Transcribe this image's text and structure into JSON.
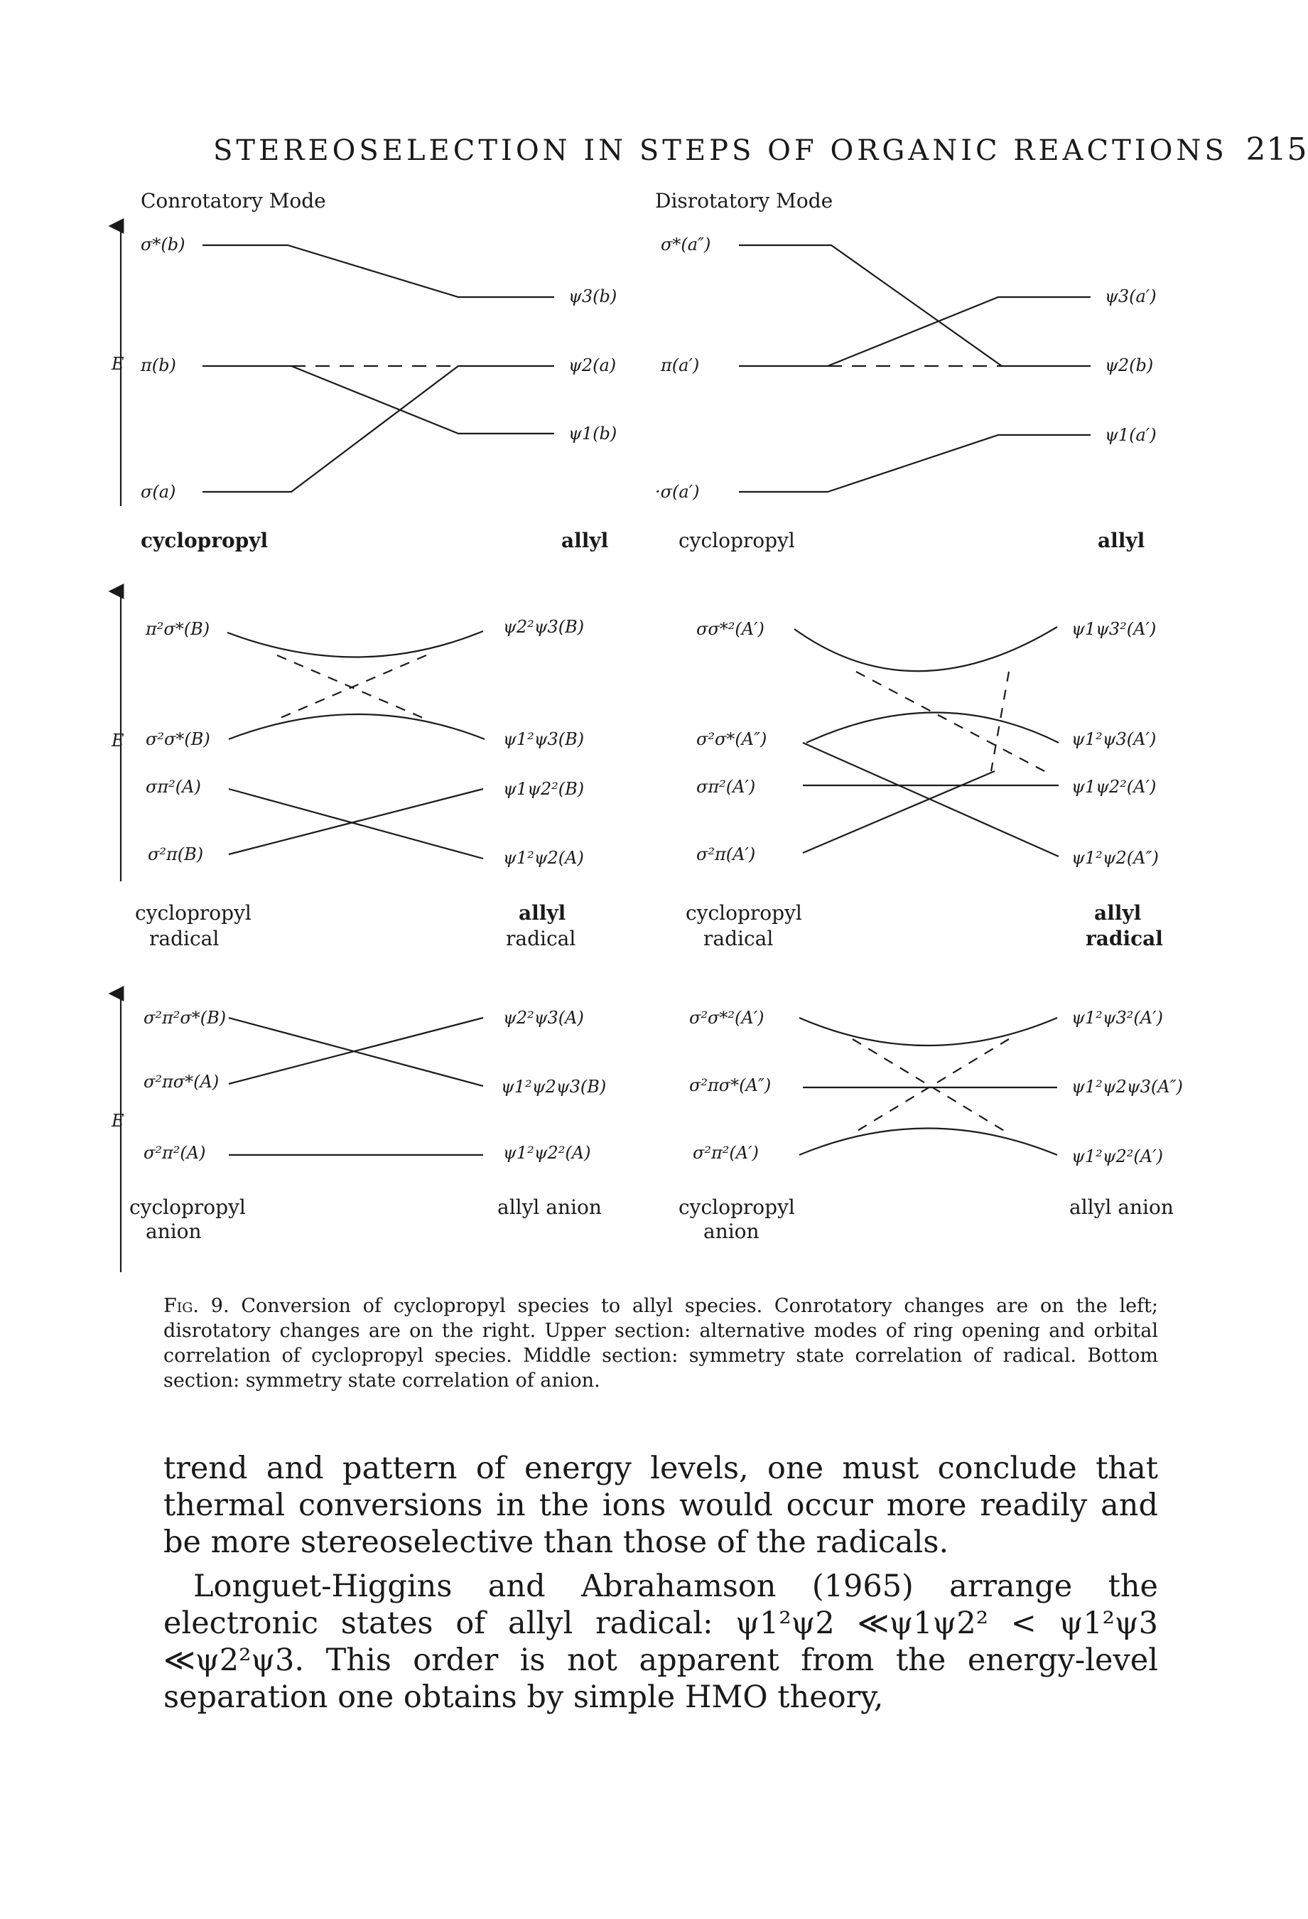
{
  "header": {
    "running_title": "STEREOSELECTION IN STEPS OF ORGANIC REACTIONS",
    "page_number": "215"
  },
  "figure": {
    "upper": {
      "left_mode": "Conrotatory Mode",
      "right_mode": "Disrotatory Mode",
      "energy_axis": "E",
      "left": {
        "cyclopropyl_levels": [
          "σ*(b)",
          "π(b)",
          "σ(a)"
        ],
        "allyl_levels": [
          "ψ3(b)",
          "ψ2(a)",
          "ψ1(b)"
        ],
        "footer_left": "cyclopropyl",
        "footer_right": "allyl"
      },
      "right": {
        "cyclopropyl_levels": [
          "σ*(a″)",
          "π(a′)",
          "·σ(a′)"
        ],
        "allyl_levels": [
          "ψ3(a′)",
          "ψ2(b)",
          "ψ1(a′)"
        ],
        "footer_left": "cyclopropyl",
        "footer_right": "allyl"
      }
    },
    "middle": {
      "energy_axis": "E",
      "left": {
        "cyclopropyl_states": [
          "π²σ*(B)",
          "σ²σ*(B)",
          "σπ²(A)",
          "σ²π(B)"
        ],
        "allyl_states": [
          "ψ2²ψ3(B)",
          "ψ1²ψ3(B)",
          "ψ1ψ2²(B)",
          "ψ1²ψ2(A)"
        ],
        "footer_left": [
          "cyclopropyl",
          "radical"
        ],
        "footer_right": [
          "allyl",
          "radical"
        ]
      },
      "right": {
        "cyclopropyl_states": [
          "σσ*²(A′)",
          "σ²σ*(A″)",
          "σπ²(A′)",
          "σ²π(A′)"
        ],
        "allyl_states": [
          "ψ1ψ3²(A′)",
          "ψ1²ψ3(A′)",
          "ψ1ψ2²(A′)",
          "ψ1²ψ2(A″)"
        ],
        "footer_left": [
          "cyclopropyl",
          "radical"
        ],
        "footer_right": [
          "allyl",
          "radical"
        ]
      }
    },
    "bottom": {
      "energy_axis": "E",
      "left": {
        "cyclopropyl_states": [
          "σ²π²σ*(B)",
          "σ²πσ*(A)",
          "σ²π²(A)"
        ],
        "allyl_states": [
          "ψ2²ψ3(A)",
          "ψ1²ψ2ψ3(B)",
          "ψ1²ψ2²(A)"
        ],
        "footer_left": [
          "cyclopropyl",
          "anion"
        ],
        "footer_right": [
          "allyl anion"
        ]
      },
      "right": {
        "cyclopropyl_states": [
          "σ²σ*²(A′)",
          "σ²πσ*(A″)",
          "σ²π²(A′)"
        ],
        "allyl_states": [
          "ψ1²ψ3²(A′)",
          "ψ1²ψ2ψ3(A″)",
          "ψ1²ψ2²(A′)"
        ],
        "footer_left": [
          "cyclopropyl",
          "anion"
        ],
        "footer_right": [
          "allyl anion"
        ]
      }
    }
  },
  "caption": {
    "label": "Fig. 9.",
    "text": "Conversion of cyclopropyl species to allyl species. Conrotatory changes are on the left; disrotatory changes are on the right. Upper section: alternative modes of ring opening and orbital correlation of cyclopropyl species. Middle section: symmetry state correlation of radical. Bottom section: symmetry state correlation of anion."
  },
  "body": {
    "paragraph1": "trend and pattern of energy levels, one must conclude that thermal conversions in the ions would occur more readily and be more stereoselective than those of the radicals.",
    "paragraph2": "Longuet-Higgins and Abrahamson (1965) arrange the electronic states of allyl radical: ψ1²ψ2 ≪ψ1ψ2² < ψ1²ψ3 ≪ψ2²ψ3. This order is not apparent from the energy-level separation one obtains by simple HMO theory,"
  }
}
